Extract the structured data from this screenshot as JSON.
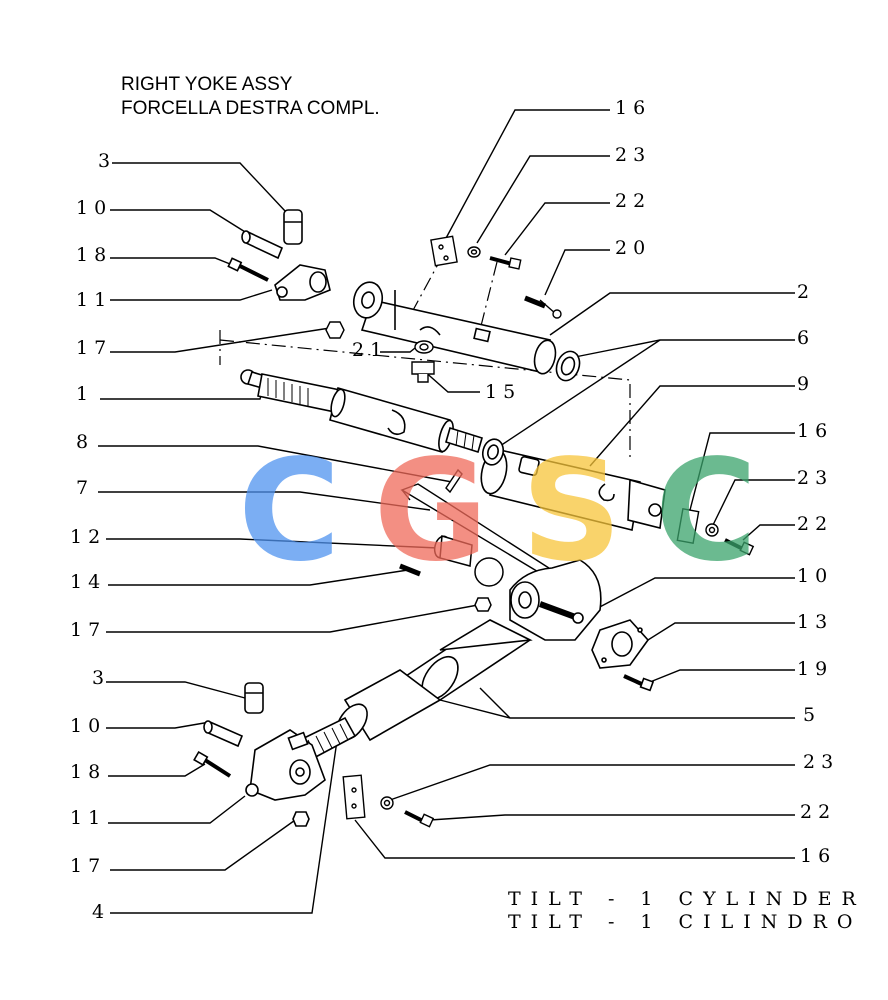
{
  "title": {
    "line1": "RIGHT YOKE ASSY",
    "line2": "FORCELLA DESTRA COMPL."
  },
  "watermark": {
    "letters": [
      "C",
      "G",
      "S",
      "C"
    ],
    "colors": [
      "#4f93f0",
      "#f06a5a",
      "#f7c53a",
      "#3aa36b"
    ]
  },
  "callouts": {
    "left": [
      "3",
      "10",
      "18",
      "11",
      "17",
      "1",
      "8",
      "7",
      "12",
      "14",
      "17",
      "3",
      "10",
      "18",
      "11",
      "17",
      "4"
    ],
    "right": [
      "16",
      "23",
      "22",
      "20",
      "2",
      "6",
      "9",
      "16",
      "23",
      "22",
      "10",
      "13",
      "19",
      "5",
      "23",
      "22",
      "16"
    ],
    "mid": [
      "21",
      "15"
    ]
  },
  "footer": {
    "line1": "TILT - 1 CYLINDER",
    "line2": "TILT - 1 CILINDRO"
  },
  "icons": [
    "bolt-icon",
    "washer-icon",
    "nut-icon",
    "pin-icon",
    "bushing-icon",
    "yoke-icon",
    "cylinder-icon",
    "plate-icon",
    "seal-icon",
    "flange-icon",
    "fitting-icon"
  ]
}
